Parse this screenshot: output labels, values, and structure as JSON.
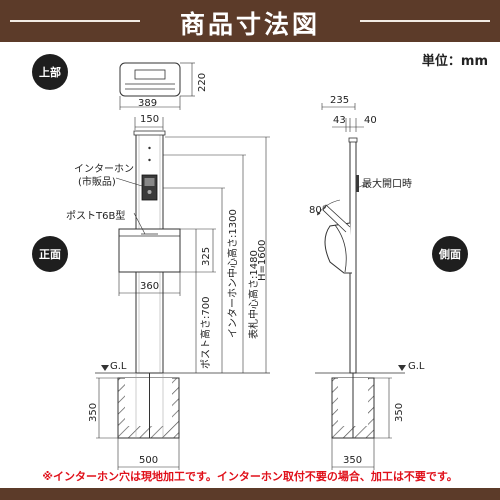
{
  "title": "商品寸法図",
  "unit": "単位：mm",
  "badges": {
    "top": "上部",
    "front": "正面",
    "side": "側面"
  },
  "labels": {
    "intercom": "インターホン",
    "intercom_sub": "(市販品)",
    "post_type": "ポストT6B型",
    "max_open": "最大開口時",
    "gl_left": "G.L",
    "gl_right": "G.L",
    "angle": "80°"
  },
  "dimensions": {
    "top_width": "389",
    "top_height": "220",
    "pole_width": "150",
    "post_height": "325",
    "post_width": "360",
    "post_height_700": "ポスト高さ:700",
    "intercom_center": "インターホン中心高さ:1300",
    "nameplate_center": "表札中心高さ:1480",
    "total_height": "H=1600",
    "base_depth_left": "350",
    "base_width_left": "500",
    "side_depth_total": "235",
    "side_43": "43",
    "side_40": "40",
    "base_depth_right": "350",
    "base_width_right": "350"
  },
  "note": "※インターホン穴は現地加工です。インターホン取付不要の場合、加工は不要です。"
}
